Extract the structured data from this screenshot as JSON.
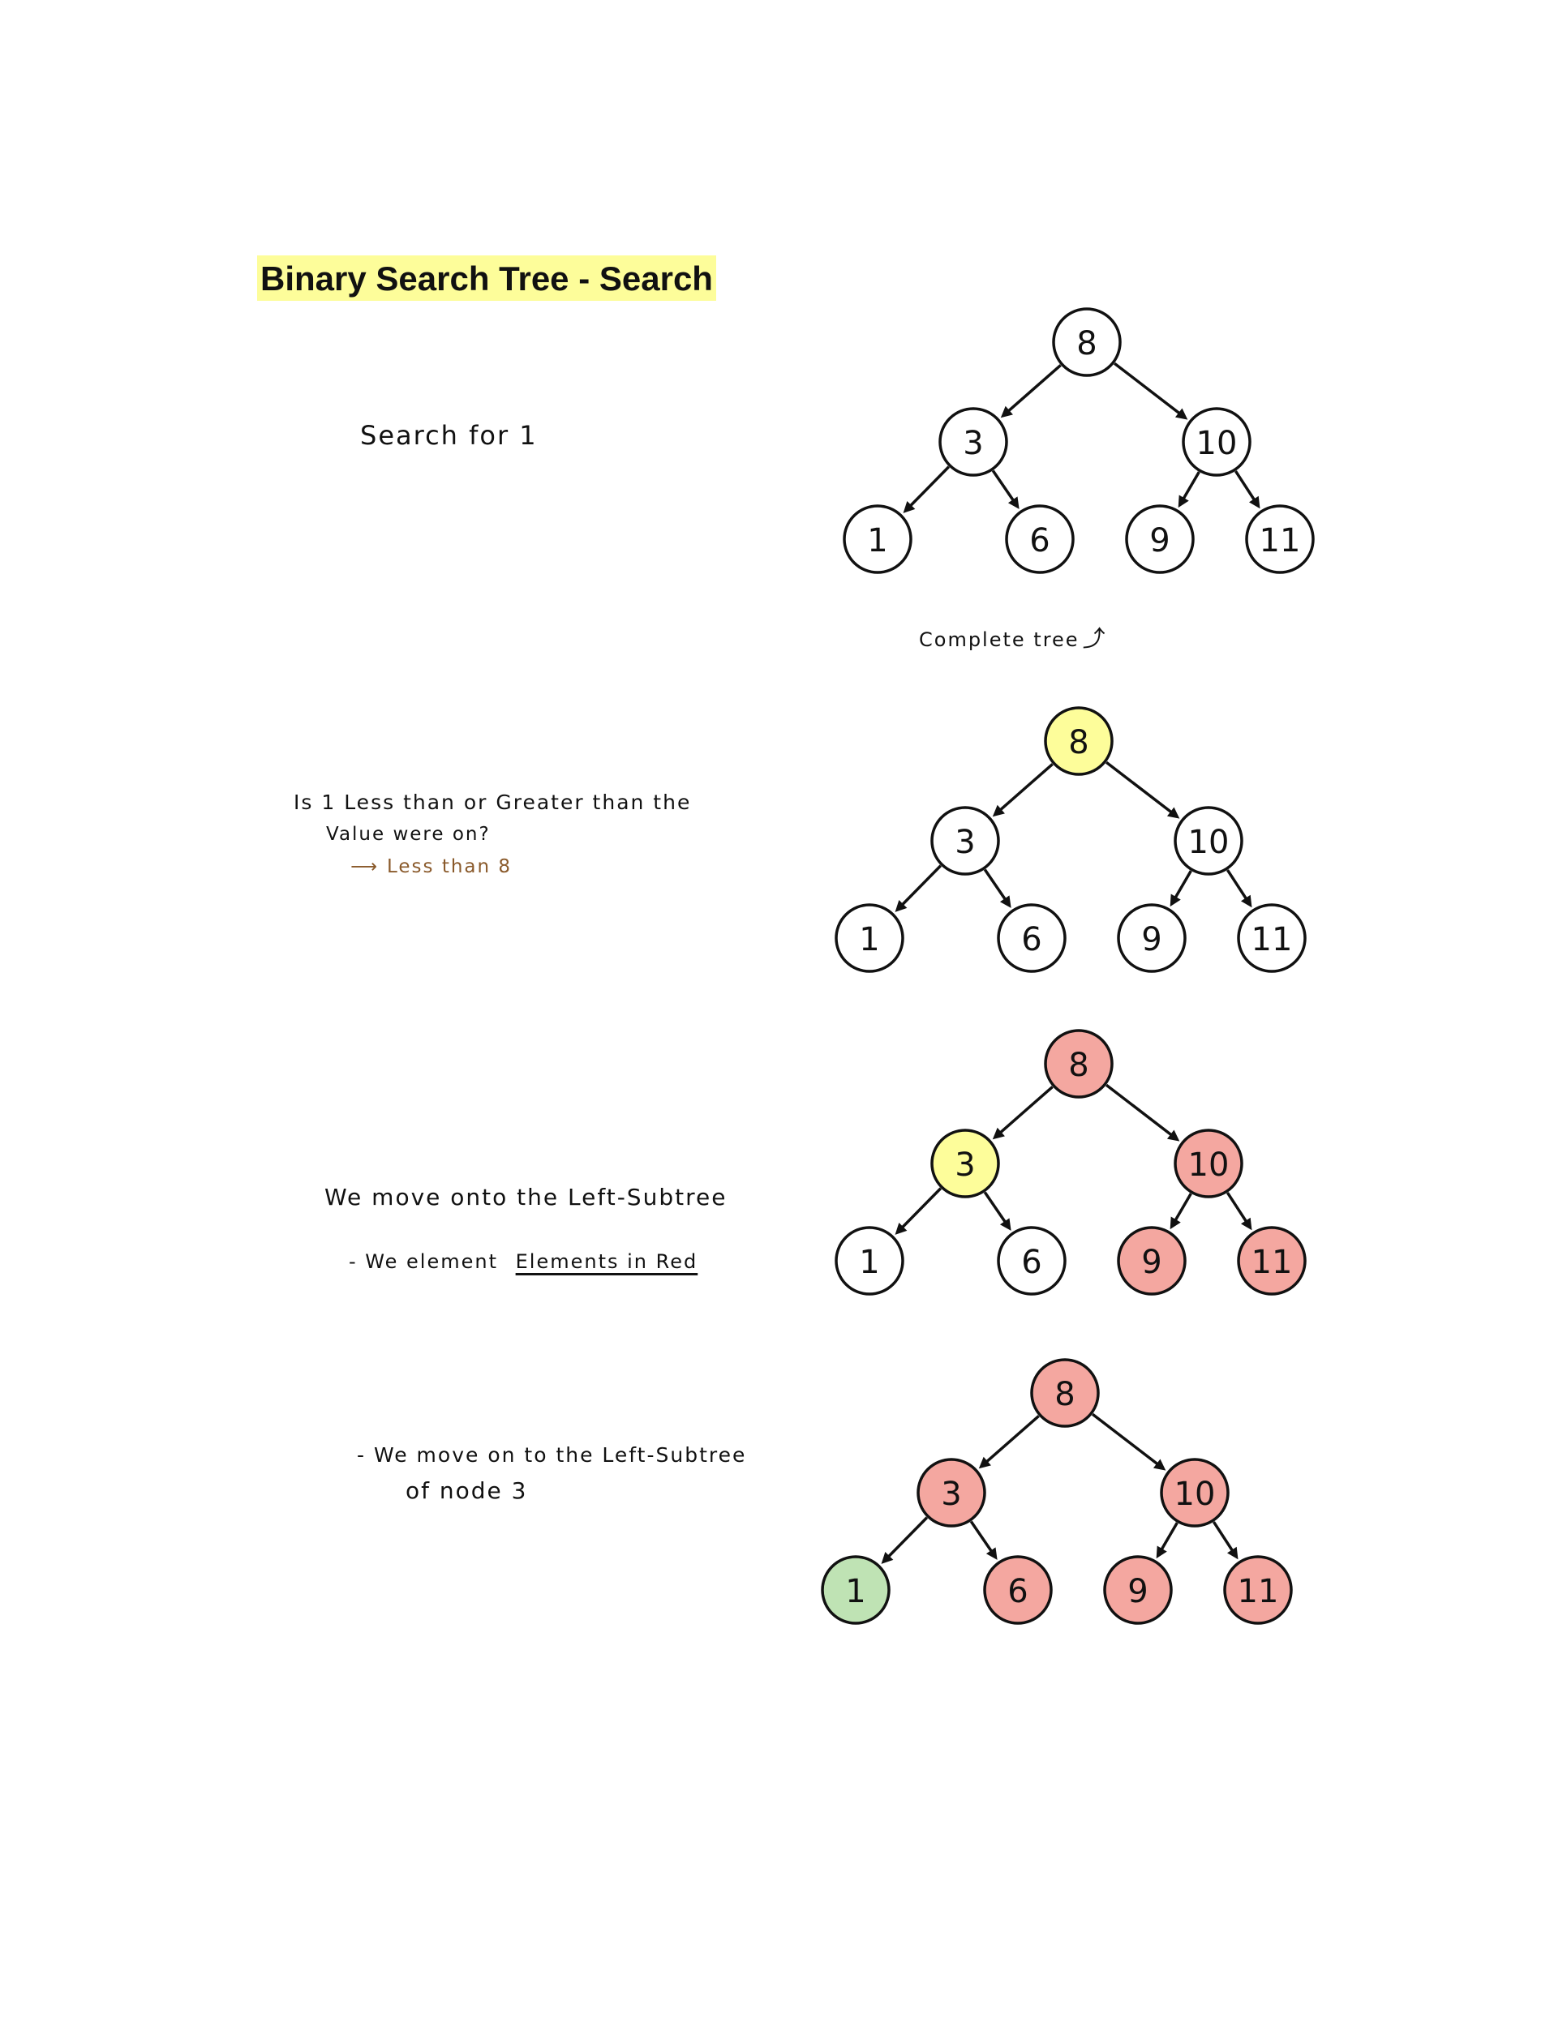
{
  "title": "Binary Search Tree - Search",
  "notes": {
    "search_for": "Search for 1",
    "complete_tree": "Complete tree",
    "question_line1": "Is 1 Less than or Greater than the",
    "question_line2": "Value were on?",
    "answer": "Less than 8",
    "move_left": "We move onto the Left-Subtree",
    "eliminate_prefix": "- We element",
    "eliminate_underlined": "Elements in Red",
    "move_left_again_line1": "- We move on to the Left-Subtree",
    "move_left_again_line2": "of node 3"
  },
  "colors": {
    "white": "#ffffff",
    "yellow": "#fdfd9a",
    "red": "#f4a7a0",
    "green": "#bfe3b4",
    "brown": "#8a5a2b"
  },
  "tree_nodes": [
    {
      "id": "n8",
      "label": "8"
    },
    {
      "id": "n3",
      "label": "3"
    },
    {
      "id": "n10",
      "label": "10"
    },
    {
      "id": "n1",
      "label": "1"
    },
    {
      "id": "n6",
      "label": "6"
    },
    {
      "id": "n9",
      "label": "9"
    },
    {
      "id": "n11",
      "label": "11"
    }
  ],
  "tree_edges": [
    [
      "n8",
      "n3"
    ],
    [
      "n8",
      "n10"
    ],
    [
      "n3",
      "n1"
    ],
    [
      "n3",
      "n6"
    ],
    [
      "n10",
      "n9"
    ],
    [
      "n10",
      "n11"
    ]
  ],
  "trees": [
    {
      "step": "initial",
      "node_colors": {
        "n8": "white",
        "n3": "white",
        "n10": "white",
        "n1": "white",
        "n6": "white",
        "n9": "white",
        "n11": "white"
      }
    },
    {
      "step": "compare-root",
      "node_colors": {
        "n8": "yellow",
        "n3": "white",
        "n10": "white",
        "n1": "white",
        "n6": "white",
        "n9": "white",
        "n11": "white"
      }
    },
    {
      "step": "move-left",
      "node_colors": {
        "n8": "red",
        "n3": "yellow",
        "n10": "red",
        "n1": "white",
        "n6": "white",
        "n9": "red",
        "n11": "red"
      }
    },
    {
      "step": "found",
      "node_colors": {
        "n8": "red",
        "n3": "red",
        "n10": "red",
        "n1": "green",
        "n6": "red",
        "n9": "red",
        "n11": "red"
      }
    }
  ]
}
